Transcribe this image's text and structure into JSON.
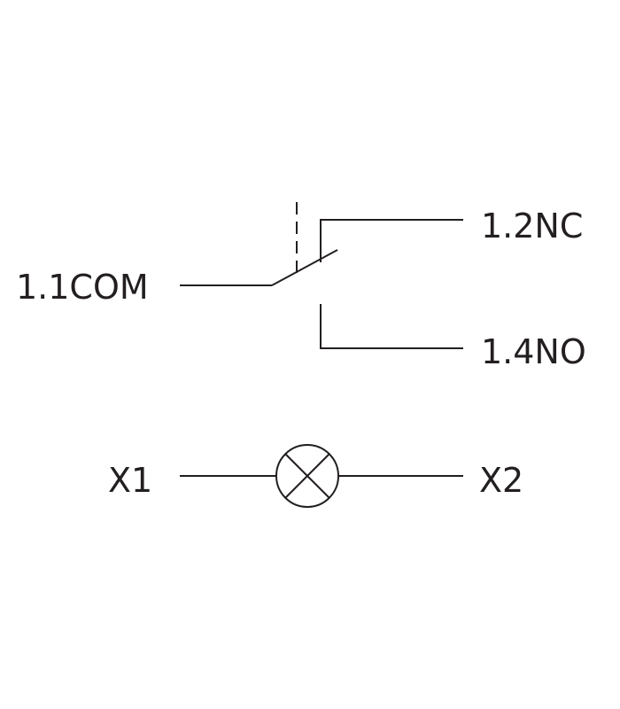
{
  "switch": {
    "com_label": "1.1COM",
    "nc_label": "1.2NC",
    "no_label": "1.4NO"
  },
  "lamp": {
    "left_label": "X1",
    "right_label": "X2"
  },
  "colors": {
    "line": "#231f20",
    "background": "#ffffff"
  }
}
